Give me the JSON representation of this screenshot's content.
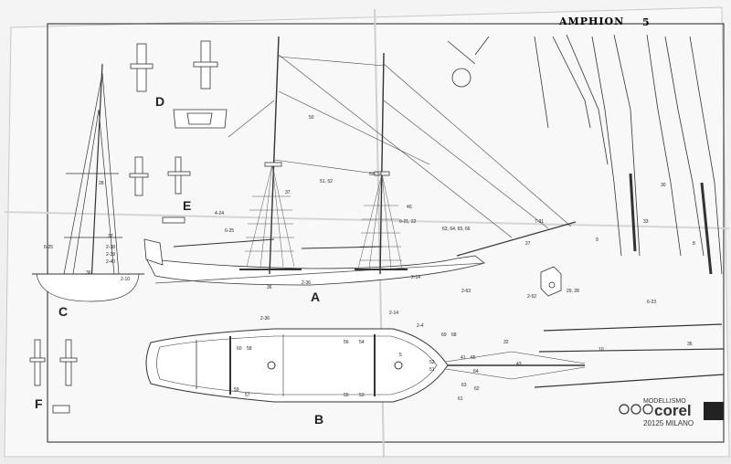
{
  "plan": {
    "title": "AMPHION",
    "sheet_number": "5",
    "views": {
      "a": "A",
      "b": "B",
      "c": "C",
      "d": "D",
      "e": "E",
      "f": "F"
    }
  },
  "logo": {
    "line1": "MODELLISMO",
    "brand": "corel",
    "address": "20125 MILANO"
  },
  "callouts": {
    "a_sail_tops": [
      "51, 52",
      "53, 54",
      "50",
      "40",
      "6-21, 22",
      "63, 64, 65, 66",
      "7-31",
      "27",
      "36",
      "2-36",
      "2-14",
      "4-24",
      "6-25",
      "37"
    ],
    "b_deck": [
      "2-36",
      "2-14",
      "2-4",
      "60",
      "58",
      "56",
      "54",
      "69",
      "68",
      "5",
      "41",
      "65",
      "52",
      "51",
      "64",
      "63",
      "43",
      "32",
      "10",
      "59",
      "57",
      "55",
      "53",
      "61",
      "62"
    ],
    "c_bow": [
      "2-38",
      "2-39",
      "2-40",
      "2-10",
      "6-25",
      "36",
      "37",
      "28"
    ],
    "misc": [
      "29, 28",
      "2-52",
      "6-23",
      "2-63",
      "35",
      "9",
      "33",
      "30",
      "8"
    ]
  }
}
